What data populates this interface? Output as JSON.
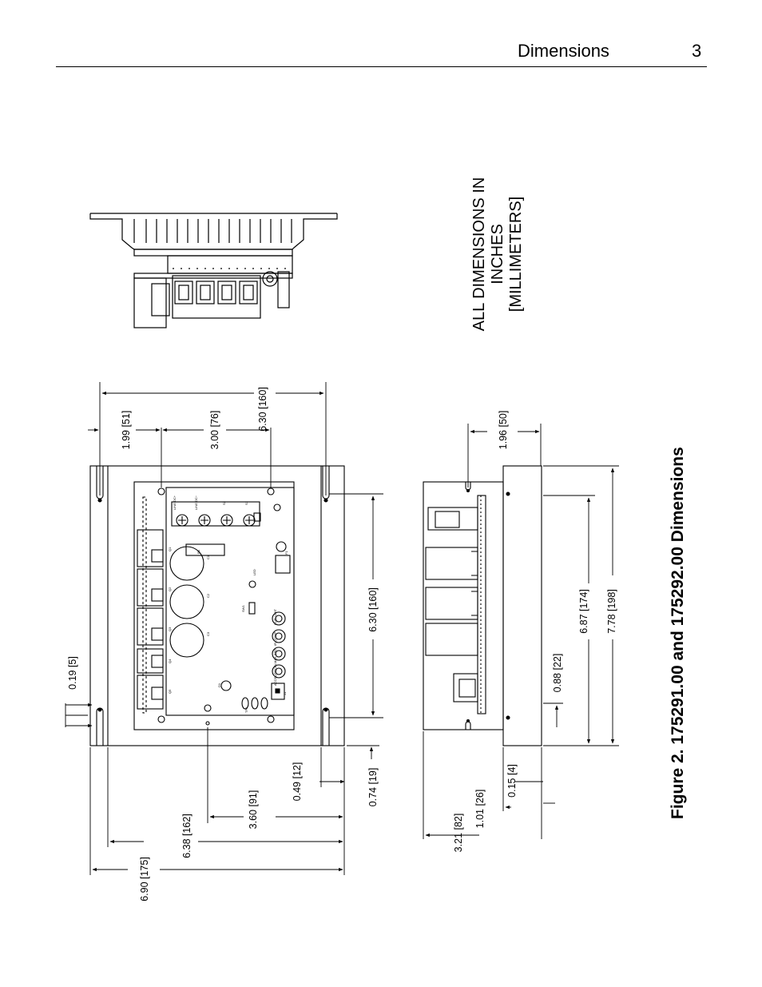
{
  "header": {
    "title": "Dimensions",
    "page_number": "3"
  },
  "note": {
    "line1": "ALL DIMENSIONS IN",
    "line2": "INCHES",
    "line3": "[MILLIMETERS]"
  },
  "caption": "Figure 2.  175291.00 and 175292.00 Dimensions",
  "dimensions": {
    "hole_spacing_total": "6.30 [160]",
    "hole_offset": "1.99 [51]",
    "hole_spacing_mid": "3.00 [76]",
    "slot_width": "0.19 [5]",
    "hole_spacing_vertical": "6.30 [160]",
    "base_width": "6.90 [175]",
    "board_width": "6.38 [162]",
    "board_offset": "3.60 [91]",
    "edge_offset_a": "0.49 [12]",
    "edge_offset_b": "0.74 [19]",
    "side_offset": "1.96 [50]",
    "side_depth": "0.88 [22]",
    "side_length_inner": "6.87 [174]",
    "side_length_outer": "7.78 [198]",
    "total_height": "3.21 [82]",
    "flange_height": "1.01 [26]",
    "flange_thickness": "0.15 [4]"
  },
  "board_labels": {
    "terminal_labels": [
      "LINE DC+",
      "LINE DC−",
      "S2",
      "S1"
    ],
    "pot_labels": [
      "CUR LIMIT",
      "IR COMP",
      "MAX SPD",
      "ACCEL/DECEL"
    ],
    "component_labels": [
      "C1",
      "C2",
      "C3",
      "Q1",
      "Q2",
      "Q3",
      "Q4",
      "Q5",
      "R1",
      "D1",
      "F1",
      "J1",
      "SW1",
      "LED",
      "TP1"
    ]
  }
}
